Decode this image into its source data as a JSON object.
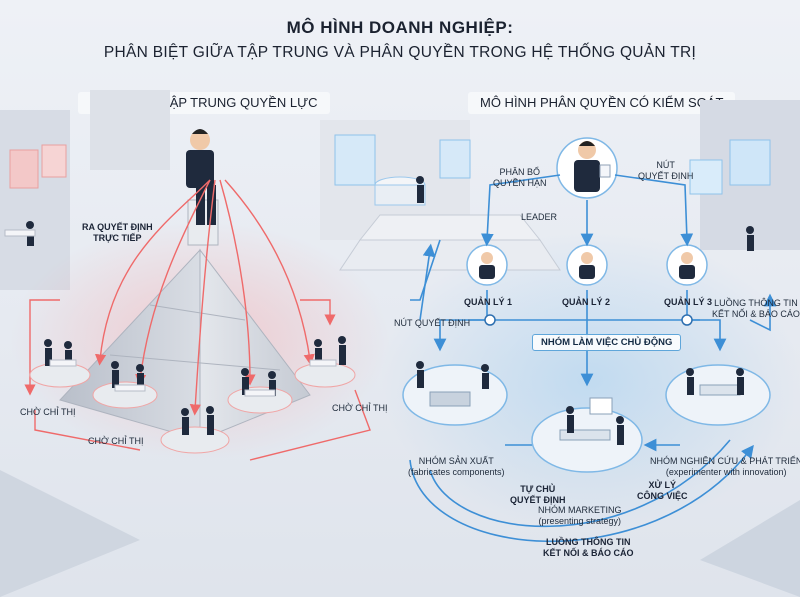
{
  "header": {
    "title": "MÔ HÌNH DOANH NGHIỆP:",
    "subtitle": "PHÂN BIỆT GIỮA TẬP TRUNG VÀ PHÂN QUYỀN TRONG HỆ THỐNG QUẢN TRỊ"
  },
  "left": {
    "banner": "HỆ THỐNG TẬP TRUNG QUYỀN LỰC",
    "decision_label": [
      "RA QUYẾT ĐỊNH",
      "TRỰC TIẾP"
    ],
    "wait_left": "CHỜ CHỈ THỊ",
    "wait_bottom": "CHỜ CHỈ THỊ",
    "wait_right": "CHỜ CHỈ THỊ"
  },
  "right": {
    "banner": "MÔ HÌNH PHÂN QUYỀN CÓ KIỂM SOÁT",
    "allocate_label": [
      "PHÂN BỔ",
      "QUYỀN HẠN"
    ],
    "node_label_top": [
      "NÚT",
      "QUYẾT ĐỊNH"
    ],
    "leader": "LEADER",
    "managers": [
      "QUẢN LÝ 1",
      "QUẢN LÝ 2",
      "QUẢN LÝ 3"
    ],
    "node_label_left": "NÚT QUYẾT ĐỊNH",
    "flow_top": [
      "LUỒNG THÔNG TIN",
      "KẾT NỐI & BÁO CÁO"
    ],
    "active_group": "NHÓM LÀM VIỆC CHỦ ĐỘNG",
    "production": {
      "name": "NHÓM SẢN XUẤT",
      "note": "(fabricates components)"
    },
    "rnd": {
      "name": "NHÓM NGHIÊN CỨU & PHÁT TRIỂN",
      "note": "(experimenter with innovation)"
    },
    "self_decide": [
      "TỰ CHỦ",
      "QUYẾT ĐỊNH"
    ],
    "handle_work": [
      "XỬ LÝ",
      "CÔNG VIỆC"
    ],
    "marketing": {
      "name": "NHÓM MARKETING",
      "note": "(presenting strategy)"
    },
    "flow_bottom": [
      "LUỒNG THÔNG TIN",
      "KẾT NỐI & BÁO CÁO"
    ]
  },
  "colors": {
    "centralized_lines": "#ef6a6a",
    "decentralized_lines": "#3d8fd6",
    "suit": "#1f2a3d",
    "pyramid": "#c9ced8"
  },
  "icons": [
    "person-icon",
    "leader-icon",
    "manager-icon",
    "node-icon",
    "monitor-icon",
    "desk-icon",
    "pyramid-icon"
  ]
}
